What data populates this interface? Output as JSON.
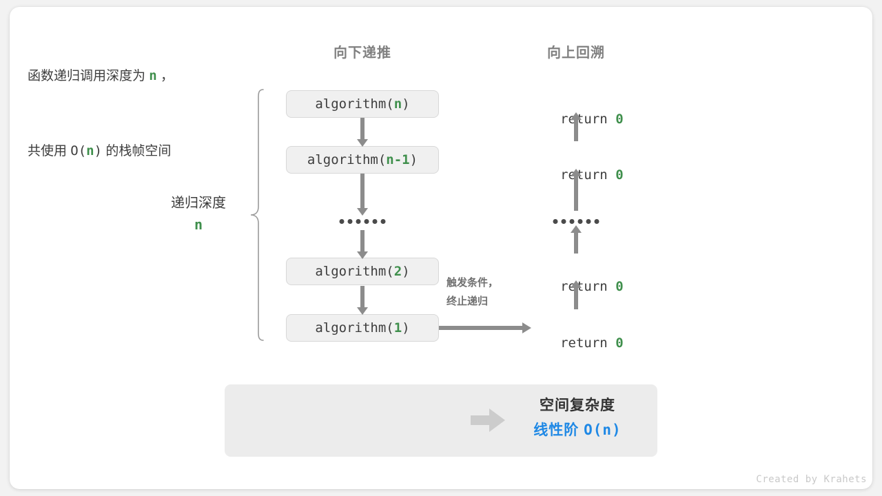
{
  "headers": {
    "down": "向下递推",
    "up": "向上回溯"
  },
  "depth": {
    "label": "递归深度",
    "value": "n"
  },
  "calls": [
    {
      "prefix": "algorithm(",
      "arg": "n",
      "suffix": ")"
    },
    {
      "prefix": "algorithm(",
      "arg": "n-1",
      "suffix": ")"
    },
    {
      "prefix": "algorithm(",
      "arg": "2",
      "suffix": ")"
    },
    {
      "prefix": "algorithm(",
      "arg": "1",
      "suffix": ")"
    }
  ],
  "returns": [
    {
      "text": "return ",
      "value": "0"
    },
    {
      "text": "return ",
      "value": "0"
    },
    {
      "text": "return ",
      "value": "0"
    },
    {
      "text": "return ",
      "value": "0"
    }
  ],
  "trigger_note": {
    "line1": "触发条件，",
    "line2": "终止递归"
  },
  "summary": {
    "left_line1_a": "函数递归调用深度为 ",
    "left_line1_n": "n",
    "left_line1_b": " ，",
    "left_line2_a": "共使用 ",
    "left_line2_o": "O(",
    "left_line2_n": "n",
    "left_line2_c": ")",
    "left_line2_b": " 的栈帧空间",
    "right_title": "空间复杂度",
    "right_value_text": "线性阶 ",
    "right_value_mono": "O(n)"
  },
  "credit": "Created by Krahets",
  "colors": {
    "green": "#3f8f4c",
    "blue": "#1e88e5",
    "arrow_gray": "#8c8c8c",
    "box_fill": "#f0f0f0",
    "panel_fill": "#ececec",
    "header_gray": "#808080"
  }
}
